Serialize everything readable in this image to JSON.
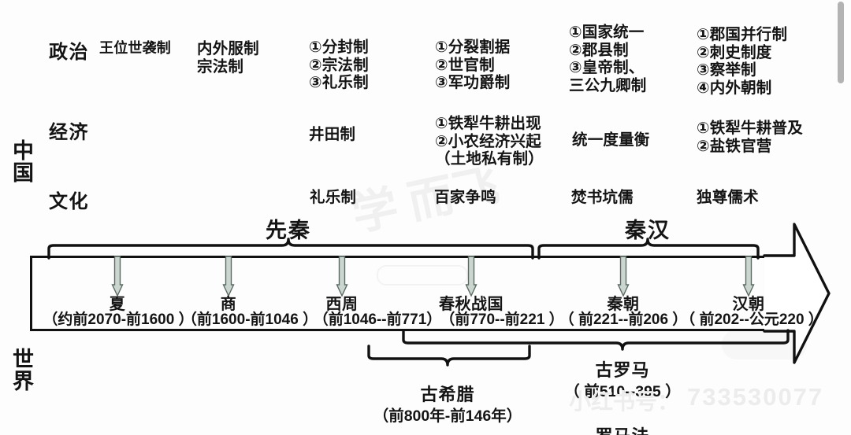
{
  "axis": {
    "china_label": "中国",
    "world_label": "世界"
  },
  "rows": [
    {
      "key": "politics",
      "label": "政治"
    },
    {
      "key": "economy",
      "label": "经济"
    },
    {
      "key": "culture",
      "label": "文化"
    }
  ],
  "eras": [
    {
      "key": "pre_qin",
      "label": "先秦"
    },
    {
      "key": "qin_han",
      "label": "秦汉"
    }
  ],
  "columns": [
    {
      "key": "xia",
      "dynasty": "夏",
      "dates": "（约前2070-前1600 ）",
      "politics": "王位世袭制",
      "economy": "",
      "culture": ""
    },
    {
      "key": "shang",
      "dynasty": "商",
      "dates": "（前1600-前1046 ）",
      "politics": "内外服制\n宗法制",
      "economy": "",
      "culture": ""
    },
    {
      "key": "western_zhou",
      "dynasty": "西周",
      "dates": "（前1046--前771）",
      "politics": "①分封制\n②宗法制\n③礼乐制",
      "economy": "井田制",
      "culture": "礼乐制"
    },
    {
      "key": "spring_autumn_warring_states",
      "dynasty": "春秋战国",
      "dates": "（前770--前221 ）",
      "politics": "①分裂割据\n②世官制\n③军功爵制",
      "economy": "①铁犁牛耕出现\n②小农经济兴起\n（土地私有制）",
      "culture": "百家争鸣"
    },
    {
      "key": "qin",
      "dynasty": "秦朝",
      "dates": "（ 前221--前206 ）",
      "politics": "①国家统一\n②郡县制\n③皇帝制、\n三公九卿制",
      "economy": "统一度量衡",
      "culture": "焚书坑儒"
    },
    {
      "key": "han",
      "dynasty": "汉朝",
      "dates": "（ 前202--公元220 ）",
      "politics": "①郡国并行制\n②刺史制度\n③察举制\n④内外朝制",
      "economy": "①铁犁牛耕普及\n②盐铁官营",
      "culture": "独尊儒术"
    }
  ],
  "world": [
    {
      "key": "ancient_greece",
      "name": "古希腊",
      "dates": "（前800年-前146年）"
    },
    {
      "key": "ancient_rome",
      "name": "古罗马",
      "dates": "（ 前510--395 ）",
      "note": "罗马法"
    }
  ],
  "watermark": {
    "brand": "733530077",
    "handle": "小红书号：",
    "script": "学\n而飞"
  },
  "colors": {
    "ink": "#141414",
    "tick_fill": "#ccd6d0",
    "tick_stroke": "#5a6a63",
    "scrollbar": "#b3b3b3"
  }
}
